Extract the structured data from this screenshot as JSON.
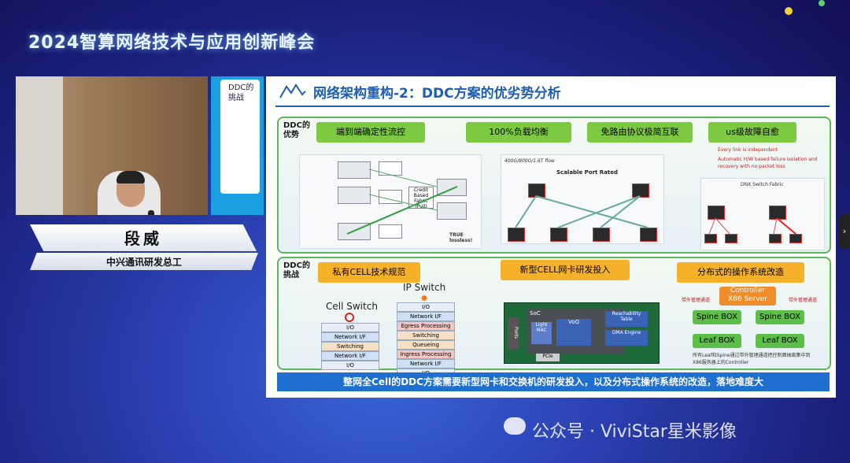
{
  "event_title": "2024智算网络技术与应用创新峰会",
  "speaker": {
    "name": "段威",
    "title": "中兴通讯研发总工"
  },
  "preview_slide": {
    "text_line1": "DDC的",
    "text_line2": "挑战"
  },
  "slide": {
    "title": "网络架构重构-2：DDC方案的优劣势分析",
    "advantages": {
      "label_line1": "DDC的",
      "label_line2": "优势",
      "pills": [
        "端到端确定性流控",
        "100%负载均衡",
        "免路由协议极简互联",
        "us级故障自愈"
      ],
      "bullets": [
        "Every link is independent",
        "Automatic H/W based failure isolation and recovery with no packet loss"
      ],
      "fig_scalable_title": "Scalable Port Rated",
      "fig_scalable_badge": "400G/800G/1.6T flow",
      "fig_fabric_label": "Credit Based Fabric (Pull)",
      "fig_fabric_note": "TRUE lossless!",
      "fig_dnx_title": "DNX Switch Fabric"
    },
    "challenges": {
      "label_line1": "DDC的",
      "label_line2": "挑战",
      "pills": [
        "私有CELL技术规范",
        "新型CELL网卡研发投入",
        "分布式的操作系统改造"
      ],
      "cell_switch": {
        "title": "Cell Switch",
        "layers": [
          "I/O",
          "Network I/F",
          "Switching",
          "Network I/F",
          "I/O"
        ]
      },
      "ip_switch": {
        "title": "IP Switch",
        "layers": [
          "I/O",
          "Network I/F",
          "Egress Processing",
          "Switching",
          "Queueing",
          "Ingress Processing",
          "Network I/F",
          "I/O"
        ]
      },
      "nic": {
        "soc": "SoC",
        "light_mac": "Light MAC",
        "voq": "VoQ",
        "reach": "Reachability Table",
        "dma": "DMA Engine",
        "pcie": "PCIe",
        "ports": "Ports"
      },
      "controller": {
        "title": "Controller",
        "subtitle": "X86 Server",
        "left_note": "带外管理通道",
        "right_note": "带外管理通道",
        "spine": "Spine BOX",
        "leaf": "Leaf BOX",
        "caption": "所有Leaf和Spine通过带外管理通道把控制面抽离集中到X86服务器上的Controller"
      }
    },
    "conclusion": "整网全Cell的DDC方案需要新型网卡和交换机的研发投入，以及分布式操作系统的改造，落地难度大"
  },
  "watermark": "公众号 · ViviStar星米影像",
  "colors": {
    "accent": "#1e5fb0",
    "green": "#7ec942",
    "orange": "#f5b12a",
    "bar": "#1f6fd0"
  }
}
